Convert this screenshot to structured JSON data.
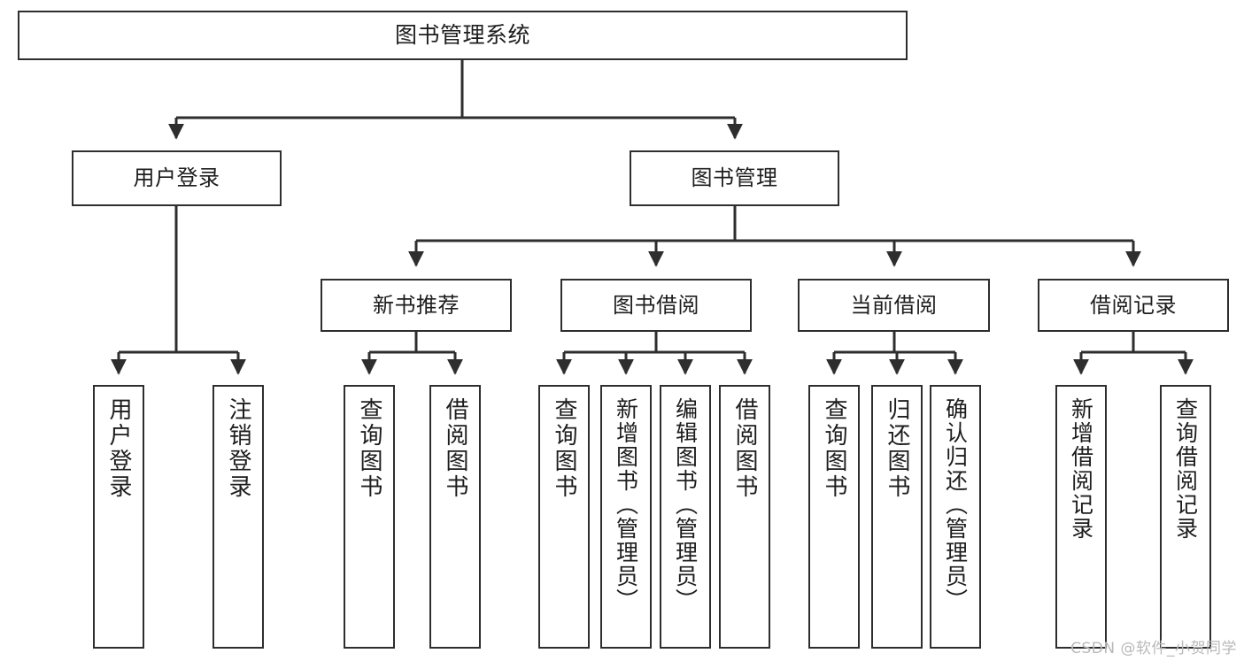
{
  "diagram": {
    "type": "hierarchy-tree",
    "title": "图书管理系统",
    "watermark": "CSDN @软件_小贺同学",
    "colors": {
      "box_border": "#2e2e2e",
      "box_fill": "#ffffff",
      "connector": "#2e2e2e",
      "text": "#1d1d1d",
      "watermark": "#b9b9b9"
    },
    "levels": {
      "root": "图书管理系统",
      "level2": [
        "用户登录",
        "图书管理"
      ],
      "level3": [
        "新书推荐",
        "图书借阅",
        "当前借阅",
        "借阅记录"
      ]
    },
    "nodes": {
      "root": {
        "label": "图书管理系统"
      },
      "user_login": {
        "label": "用户登录"
      },
      "book_manage": {
        "label": "图书管理"
      },
      "new_book_rec": {
        "label": "新书推荐"
      },
      "book_borrow": {
        "label": "图书借阅"
      },
      "current_borrow": {
        "label": "当前借阅"
      },
      "borrow_record": {
        "label": "借阅记录"
      }
    },
    "leaves": {
      "user_login": [
        {
          "label": "用户登录"
        },
        {
          "label": "注销登录"
        }
      ],
      "new_book_rec": [
        {
          "label": "查询图书"
        },
        {
          "label": "借阅图书"
        }
      ],
      "book_borrow": [
        {
          "label": "查询图书"
        },
        {
          "label": "新增图书（管理员）"
        },
        {
          "label": "编辑图书（管理员）"
        },
        {
          "label": "借阅图书"
        }
      ],
      "current_borrow": [
        {
          "label": "查询图书"
        },
        {
          "label": "归还图书"
        },
        {
          "label": "确认归还（管理员）"
        }
      ],
      "borrow_record": [
        {
          "label": "新增借阅记录"
        },
        {
          "label": "查询借阅记录"
        }
      ]
    }
  }
}
